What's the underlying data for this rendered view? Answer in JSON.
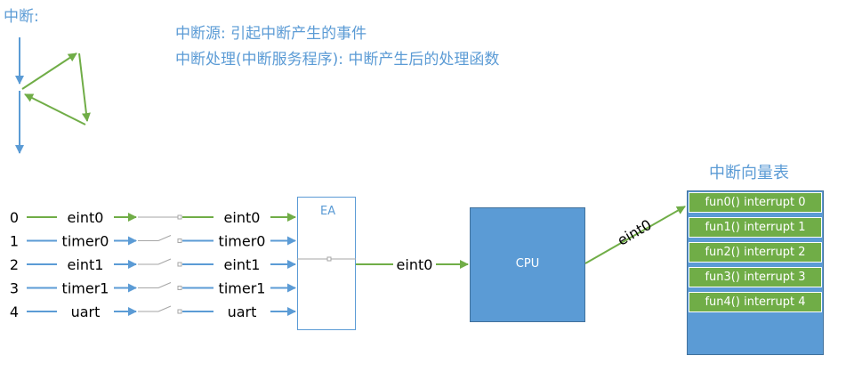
{
  "title": "中断:",
  "notes": {
    "source": "中断源: 引起中断产生的事件",
    "handler": "中断处理(中断服务程序): 中断产生后的处理函数"
  },
  "inputs": [
    {
      "num": "0",
      "left": "eint0",
      "right": "eint0",
      "color": "#70ad47"
    },
    {
      "num": "1",
      "left": "timer0",
      "right": "timer0",
      "color": "#5b9bd5"
    },
    {
      "num": "2",
      "left": "eint1",
      "right": "eint1",
      "color": "#5b9bd5"
    },
    {
      "num": "3",
      "left": "timer1",
      "right": "timer1",
      "color": "#5b9bd5"
    },
    {
      "num": "4",
      "left": "uart",
      "right": "uart",
      "color": "#5b9bd5"
    }
  ],
  "ea": {
    "label": "EA",
    "output": "eint0"
  },
  "cpu": {
    "label": "CPU",
    "output": "eint0"
  },
  "vector_table": {
    "title": "中断向量表",
    "rows": [
      "fun0()  interrupt 0",
      "fun1()  interrupt 1",
      "fun2()  interrupt 2",
      "fun3()  interrupt 3",
      "fun4()  interrupt 4"
    ]
  },
  "colors": {
    "blue": "#5b9bd5",
    "green": "#70ad47",
    "gray": "#a6a6a6"
  }
}
